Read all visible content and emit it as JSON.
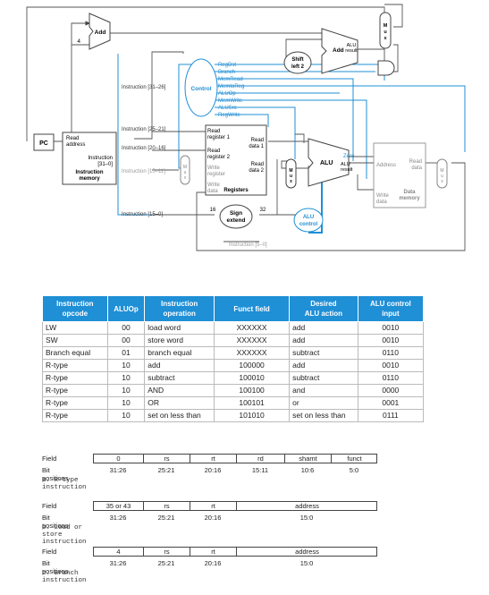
{
  "diagram": {
    "pc": "PC",
    "add_top": "Add",
    "four": "4",
    "add_right": "Add",
    "add_right_result": "ALU",
    "add_right_result2": "result",
    "shift_left": "Shift",
    "shift_left2": "left 2",
    "control": "Control",
    "instr_31_26": "Instruction [31–26]",
    "instr_25_21": "Instruction [25–21]",
    "instr_20_16": "Instruction [20–16]",
    "instr_15_11": "Instruction [15–11]",
    "instr_15_0": "Instruction [15–0]",
    "instr_5_0": "Instruction [5–0]",
    "imem_read": "Read",
    "imem_address": "address",
    "imem_instruction": "Instruction",
    "imem_bits": "[31–0]",
    "imem_title": "Instruction",
    "imem_title2": "memory",
    "reg_read1": "Read",
    "reg_read1b": "register 1",
    "reg_read2": "Read",
    "reg_read2b": "register 2",
    "reg_write": "Write",
    "reg_writeb": "register",
    "reg_wdata": "Write",
    "reg_wdatab": "data",
    "reg_rdata1": "Read",
    "reg_rdata1b": "data 1",
    "reg_rdata2": "Read",
    "reg_rdata2b": "data 2",
    "registers": "Registers",
    "alu": "ALU",
    "zero": "Zero",
    "alu_result": "ALU",
    "alu_result2": "result",
    "dmem_address": "Address",
    "dmem_read": "Read",
    "dmem_read2": "data",
    "dmem_write": "Write",
    "dmem_write2": "data",
    "dmem_title": "Data",
    "dmem_title2": "memory",
    "sign": "Sign",
    "extend": "extend",
    "sixteen": "16",
    "thirtytwo": "32",
    "alu_control": "ALU",
    "alu_control2": "control",
    "mux": "M\nu\nx",
    "signals": [
      "RegDst",
      "Branch",
      "MemRead",
      "MemtoReg",
      "ALUOp",
      "MemWrite",
      "ALUSrc",
      "RegWrite"
    ]
  },
  "table": {
    "headers": [
      "Instruction opcode",
      "ALUOp",
      "Instruction operation",
      "Funct field",
      "Desired ALU action",
      "ALU control input"
    ],
    "header_lines": [
      [
        "Instruction",
        "opcode"
      ],
      [
        "ALUOp",
        ""
      ],
      [
        "Instruction",
        "operation"
      ],
      [
        "Funct field",
        ""
      ],
      [
        "Desired",
        "ALU action"
      ],
      [
        "ALU control",
        "input"
      ]
    ],
    "rows": [
      [
        "LW",
        "00",
        "load word",
        "XXXXXX",
        "add",
        "0010"
      ],
      [
        "SW",
        "00",
        "store word",
        "XXXXXX",
        "add",
        "0010"
      ],
      [
        "Branch equal",
        "01",
        "branch equal",
        "XXXXXX",
        "subtract",
        "0110"
      ],
      [
        "R-type",
        "10",
        "add",
        "100000",
        "add",
        "0010"
      ],
      [
        "R-type",
        "10",
        "subtract",
        "100010",
        "subtract",
        "0110"
      ],
      [
        "R-type",
        "10",
        "AND",
        "100100",
        "and",
        "0000"
      ],
      [
        "R-type",
        "10",
        "OR",
        "100101",
        "or",
        "0001"
      ],
      [
        "R-type",
        "10",
        "set on less than",
        "101010",
        "set on less than",
        "0111"
      ]
    ]
  },
  "formats": [
    {
      "field_label": "Field",
      "pos_label": "Bit positions",
      "fields": [
        "0",
        "rs",
        "rt",
        "rd",
        "shamt",
        "funct"
      ],
      "positions": [
        "31:26",
        "25:21",
        "20:16",
        "15:11",
        "10:6",
        "5:0"
      ],
      "caption": "a. R-type instruction"
    },
    {
      "field_label": "Field",
      "pos_label": "Bit positions",
      "fields": [
        "35 or 43",
        "rs",
        "rt",
        "address"
      ],
      "positions": [
        "31:26",
        "25:21",
        "20:16",
        "15:0"
      ],
      "caption": "b. Load or store instruction"
    },
    {
      "field_label": "Field",
      "pos_label": "Bit positions",
      "fields": [
        "4",
        "rs",
        "rt",
        "address"
      ],
      "positions": [
        "31:26",
        "25:21",
        "20:16",
        "15:0"
      ],
      "caption": "c. Branch instruction"
    }
  ],
  "colors": {
    "control_blue": "#1f8fd6",
    "table_header": "#1f8fd6",
    "line": "#444444"
  }
}
